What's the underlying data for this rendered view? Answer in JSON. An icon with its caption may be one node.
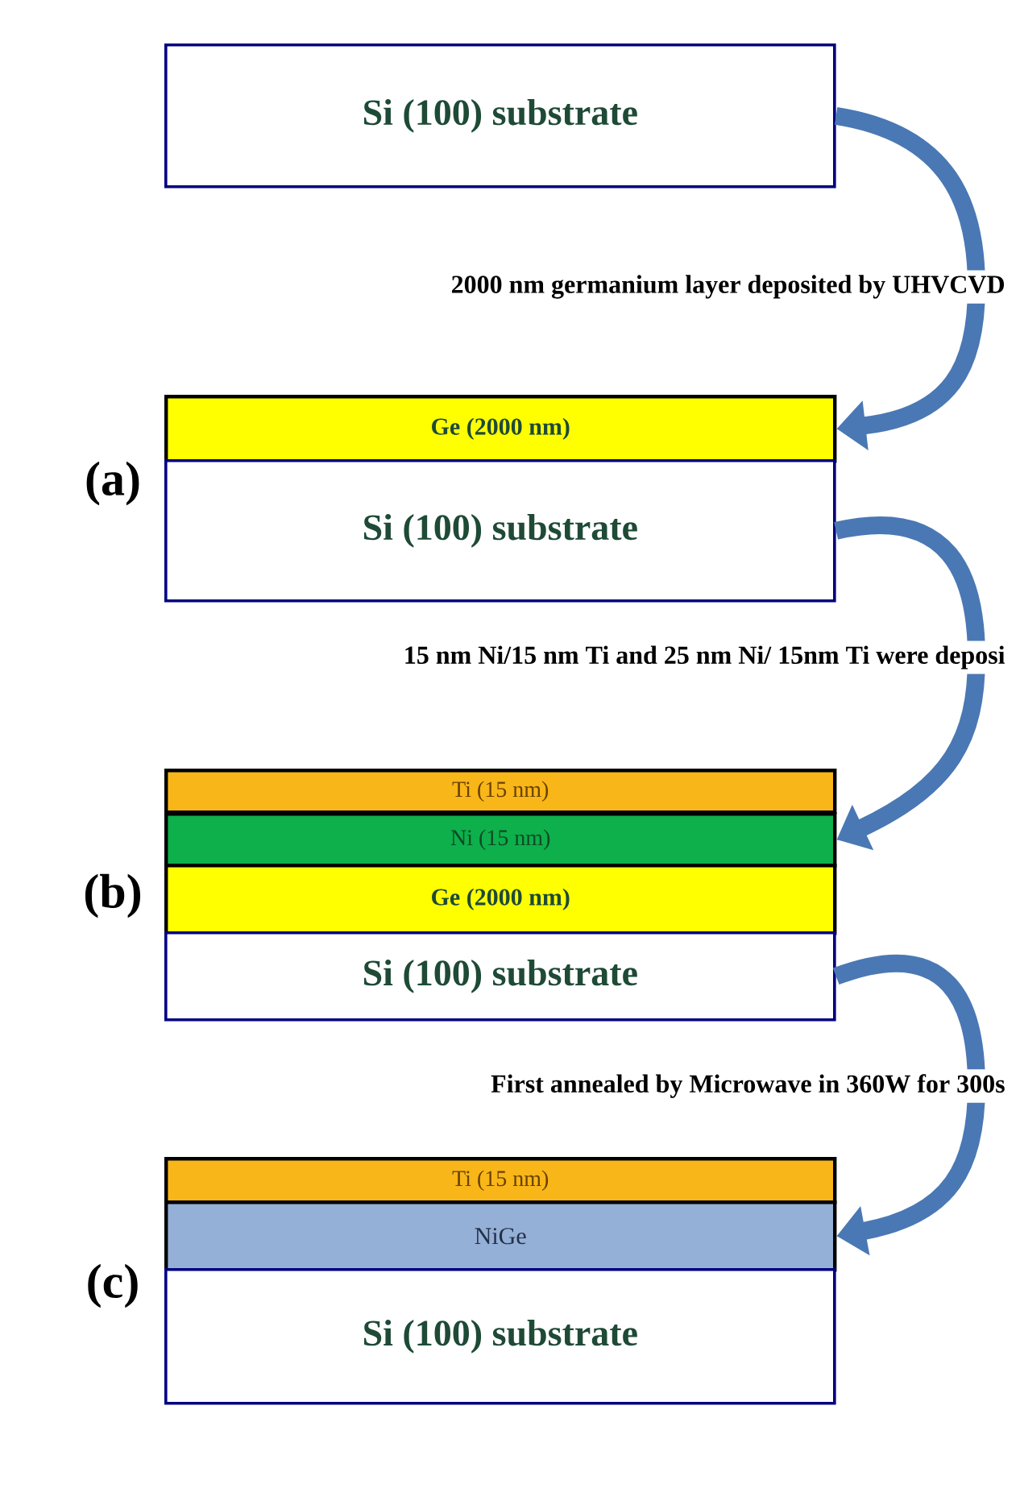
{
  "diagram": {
    "nodes": [
      {
        "text": [
          "Si (100) substrate"
        ]
      },
      {
        "text": [
          "Ge (2000 nm)"
        ]
      },
      {
        "text": [
          "Si (100) substrate"
        ]
      },
      {
        "text": [
          "Ti (15 nm)"
        ]
      },
      {
        "text": [
          "Ni (15 nm)"
        ]
      },
      {
        "text": [
          "Ge (2000 nm)"
        ]
      },
      {
        "text": [
          "Si (100) substrate"
        ]
      },
      {
        "text": [
          "Ti (15 nm)"
        ]
      },
      {
        "text": [
          "NiGe"
        ]
      },
      {
        "text": [
          "Si (100) substrate"
        ]
      }
    ],
    "edges": [
      {
        "from": 0,
        "to": 1,
        "arrow": "to",
        "label": "2000 nm germanium layer deposited by UHVCVD"
      },
      {
        "from": 2,
        "to": 4,
        "arrow": "to",
        "label": "15 nm Ni/15 nm Ti and 25 nm Ni/ 15nm Ti were deposi"
      },
      {
        "from": 6,
        "to": 8,
        "arrow": "to",
        "label": "First annealed by Microwave in 360W for 300s"
      }
    ],
    "labels": [
      "(a)",
      "(b)",
      "(c)"
    ]
  }
}
